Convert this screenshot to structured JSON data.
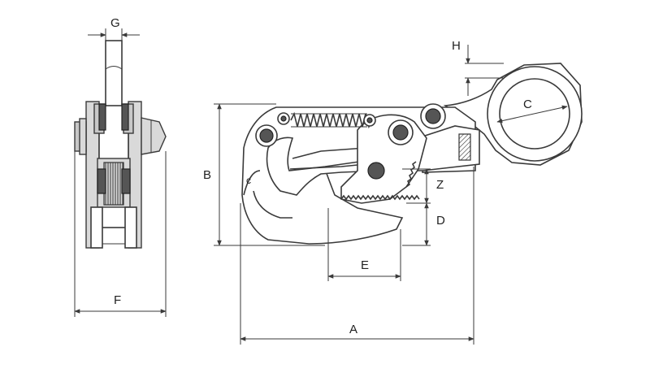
{
  "labels": {
    "G": "G",
    "H": "H",
    "C": "C",
    "B": "B",
    "Z": "Z",
    "D": "D",
    "E": "E",
    "F": "F",
    "A": "A"
  }
}
